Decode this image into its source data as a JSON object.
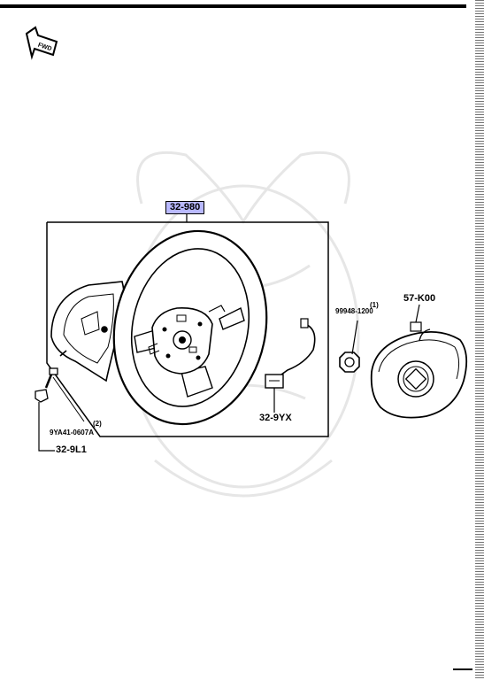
{
  "fwd_indicator": {
    "text": "FWD"
  },
  "parts": {
    "steering_wheel_assembly": "32-980",
    "air_bag_module": "57-K00",
    "nut_part_number": "99948-1200",
    "nut_quantity": "(1)",
    "harness": "32-9YX",
    "bolt_part_number": "9YA41-0607A",
    "bolt_quantity": "(2)",
    "clip": "32-9L1"
  },
  "colors": {
    "highlight": "#b9b9ff",
    "ink": "#000000"
  }
}
